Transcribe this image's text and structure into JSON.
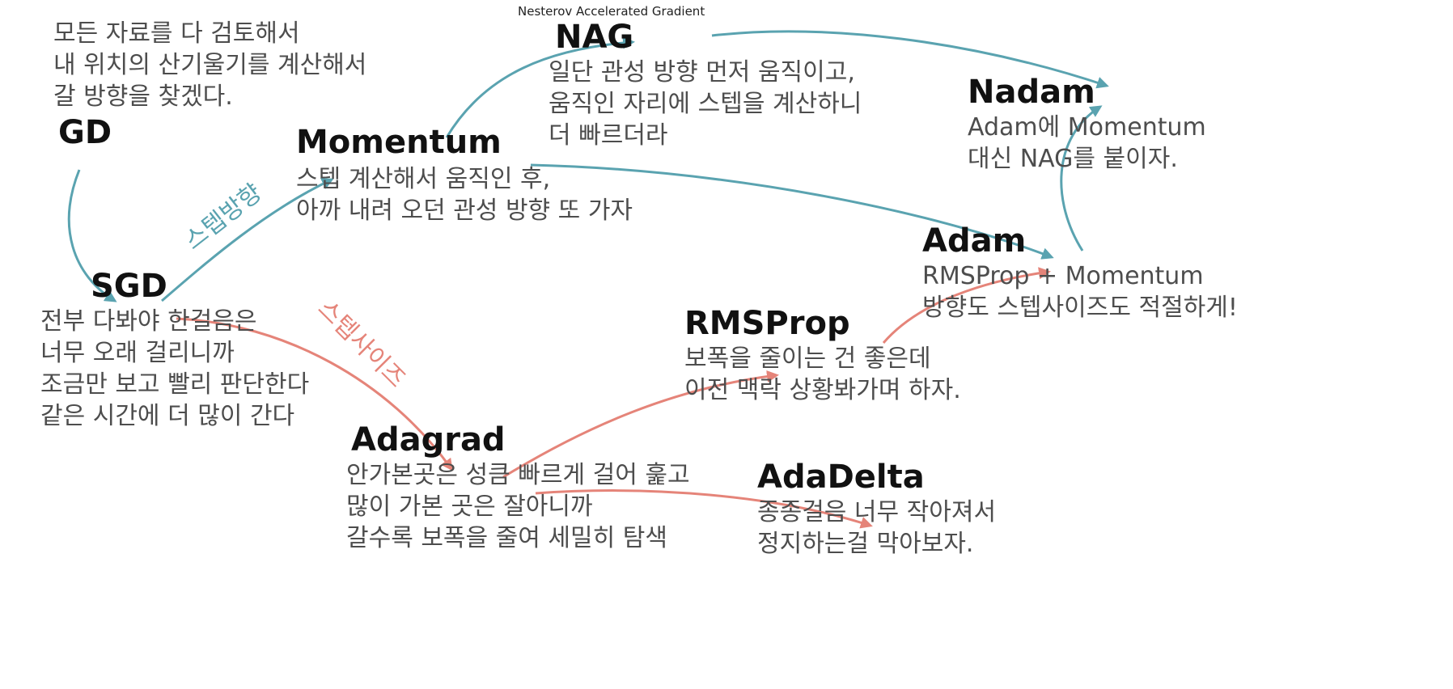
{
  "colors": {
    "teal": "#5aa3b0",
    "salmon": "#e58479",
    "title": "#111111",
    "desc": "#4d4d4d"
  },
  "nodes": {
    "gd": {
      "title": "GD",
      "desc": [
        "모든 자료를 다 검토해서",
        "내 위치의 산기울기를 계산해서",
        "갈 방향을 찾겠다."
      ]
    },
    "sgd": {
      "title": "SGD",
      "desc": [
        "전부 다봐야 한걸음은",
        "너무 오래 걸리니까",
        "조금만 보고 빨리 판단한다",
        "같은 시간에 더 많이 간다"
      ]
    },
    "momentum": {
      "title": "Momentum",
      "desc": [
        "스텝 계산해서 움직인 후,",
        "아까 내려 오던 관성 방향 또 가자"
      ]
    },
    "nag": {
      "title": "NAG",
      "subtitle": "Nesterov Accelerated Gradient",
      "desc": [
        "일단 관성 방향 먼저 움직이고,",
        "움직인 자리에 스텝을 계산하니",
        "더 빠르더라"
      ]
    },
    "nadam": {
      "title": "Nadam",
      "desc": [
        "Adam에 Momentum",
        "대신 NAG를 붙이자."
      ]
    },
    "adam": {
      "title": "Adam",
      "desc": [
        "RMSProp + Momentum",
        "방향도 스텝사이즈도 적절하게!"
      ]
    },
    "rmsprop": {
      "title": "RMSProp",
      "desc": [
        "보폭을 줄이는 건 좋은데",
        "이전 맥락 상황봐가며 하자."
      ]
    },
    "adagrad": {
      "title": "Adagrad",
      "desc": [
        "안가본곳은 성큼 빠르게 걸어 훑고",
        "많이 가본 곳은 잘아니까",
        "갈수록 보폭을 줄여 세밀히 탐색"
      ]
    },
    "adadelta": {
      "title": "AdaDelta",
      "desc": [
        "종종걸음 너무 작아져서",
        "정지하는걸 막아보자."
      ]
    }
  },
  "edge_labels": {
    "direction": "스텝방향",
    "step_size": "스텝사이즈"
  }
}
